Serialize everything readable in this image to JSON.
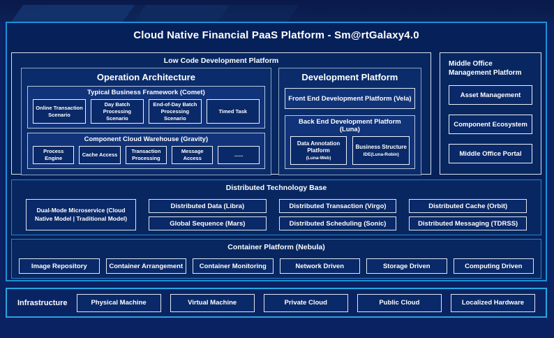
{
  "title": "Cloud Native Financial PaaS Platform - Sm@rtGalaxy4.0",
  "low_code": {
    "label": "Low Code Development Platform",
    "operation": {
      "title": "Operation Architecture",
      "comet": {
        "title": "Typical Business Framework (Comet)",
        "items": [
          "Online Transaction Scenario",
          "Day Batch Processing Scenario",
          "End-of-Day Batch Processing Scenario",
          "Timed Task"
        ]
      },
      "gravity": {
        "title": "Component Cloud Warehouse (Gravity)",
        "items": [
          "Process Engine",
          "Cache Access",
          "Transaction Processing",
          "Message Access",
          "......"
        ]
      }
    },
    "development": {
      "title": "Development Platform",
      "front_end": "Front End Development Platform (Vela)",
      "back_end": {
        "title": "Back End Development Platform (Luna)",
        "items": [
          {
            "line1": "Data Annotation Platform",
            "line2": "(Luna-Web)"
          },
          {
            "line1": "Business Structure",
            "line2": "IDE(Luna-Robin)"
          }
        ]
      }
    }
  },
  "middle_office": {
    "label": "Middle Office Management Platform",
    "items": [
      "Asset Management",
      "Component Ecosystem",
      "Middle Office Portal"
    ]
  },
  "distributed": {
    "label": "Distributed Technology Base",
    "dual_mode": "Dual-Mode Microservice (Cloud Native Model | Traditional Model)",
    "columns": [
      [
        "Distributed Data (Libra)",
        "Global Sequence (Mars)"
      ],
      [
        "Distributed Transaction (Virgo)",
        "Distributed Scheduling (Sonic)"
      ],
      [
        "Distributed Cache (Orbit)",
        "Distributed Messaging (TDRSS)"
      ]
    ]
  },
  "container_platform": {
    "label": "Container Platform (Nebula)",
    "items": [
      "Image Repository",
      "Container Arrangement",
      "Container Monitoring",
      "Network Driven",
      "Storage Driven",
      "Computing Driven"
    ]
  },
  "infrastructure": {
    "label": "Infrastructure",
    "items": [
      "Physical Machine",
      "Virtual Machine",
      "Private Cloud",
      "Public Cloud",
      "Localized Hardware"
    ]
  },
  "colors": {
    "background": "#0a2262",
    "frame_border": "#1f8fd8",
    "accent_border": "#2aa5e0",
    "box_fill": "#0a2968"
  }
}
